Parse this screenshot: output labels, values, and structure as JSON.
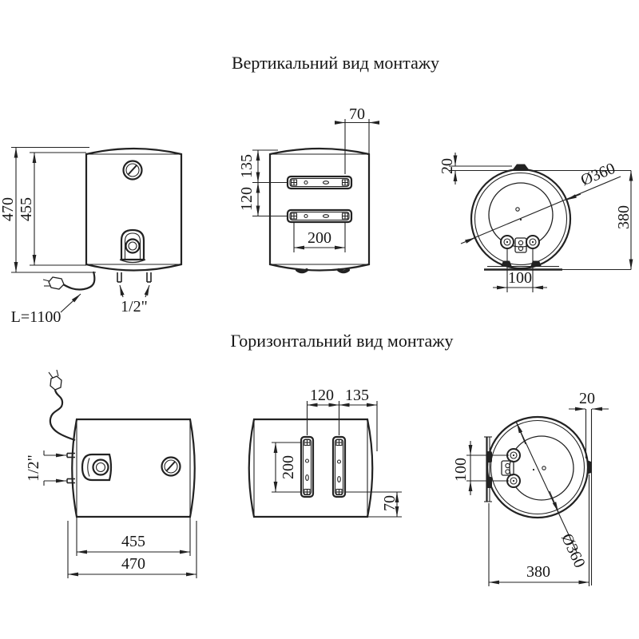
{
  "diagram": {
    "titles": {
      "vertical": "Вертикальний вид монтажу",
      "horizontal": "Горизонтальний вид монтажу"
    },
    "vertical_view": {
      "front": {
        "overall_height": "470",
        "body_height": "455",
        "cable_length": "L=1100",
        "pipe_thread": "1/2\""
      },
      "back": {
        "bracket_to_edge": "70",
        "top_to_bracket": "135",
        "bracket_spacing": "120",
        "bolt_spacing": "200"
      },
      "bottom": {
        "wall_offset": "20",
        "diameter": "Ø360",
        "depth": "380",
        "pipe_spacing": "100"
      }
    },
    "horizontal_view": {
      "side": {
        "pipe_thread": "1/2\"",
        "body_length": "455",
        "overall_length": "470"
      },
      "back": {
        "bracket_spacing": "120",
        "bracket_to_edge": "135",
        "bolt_spacing": "200",
        "bracket_to_bottom": "70"
      },
      "end": {
        "wall_offset": "20",
        "pipe_spacing": "100",
        "diameter": "Ø360",
        "depth": "380"
      }
    }
  }
}
